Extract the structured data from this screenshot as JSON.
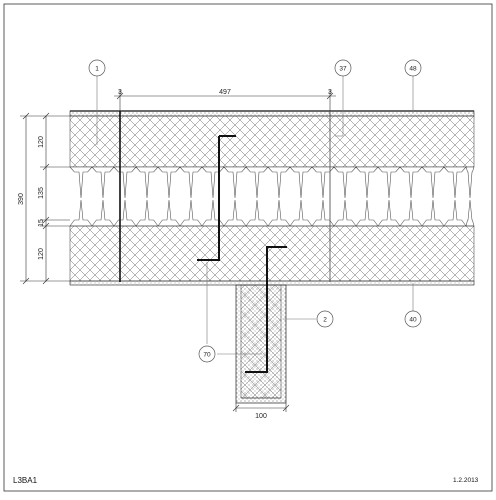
{
  "drawing": {
    "code": "L3BA1",
    "date": "1.2.2013"
  },
  "dimensions": {
    "total": "390",
    "top_layer": "120",
    "core": "135",
    "joint": "15",
    "bottom_layer": "120",
    "span": "497",
    "span_end_left": "3",
    "span_end_right": "3",
    "column_width": "100"
  },
  "tags": {
    "tag_1": "1",
    "tag_37": "37",
    "tag_48": "48",
    "tag_2": "2",
    "tag_40": "40",
    "tag_70": "70"
  }
}
